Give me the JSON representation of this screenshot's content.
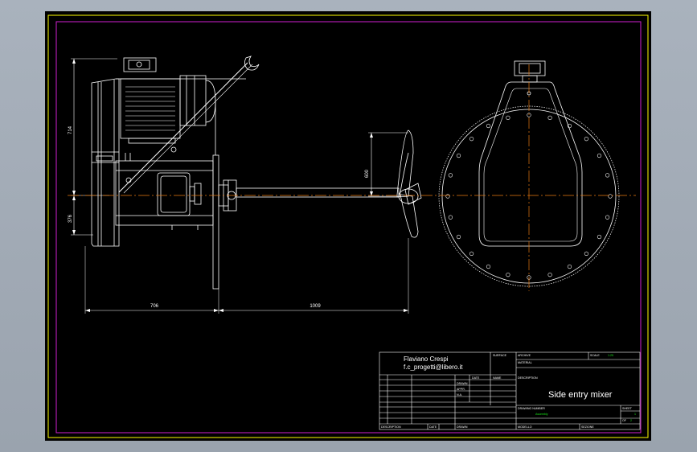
{
  "drawing": {
    "dimensions": {
      "height_top": "714",
      "height_bottom": "376",
      "length_motor": "706",
      "length_shaft": "1009",
      "propeller": "600"
    }
  },
  "title_block": {
    "author_name": "Flaviano Crespi",
    "author_email": "f.c_progetti@libero.it",
    "date_label": "DATE",
    "name_label": "NAME",
    "drawn_label": "DRAWN",
    "approved_label": "APPR.",
    "nc_label": "N.A.",
    "surface_label": "SURFACE",
    "archive_label": "ARCHIVE",
    "scale_label": "SCALE",
    "scale_value": "1:25",
    "material_label": "MATERIAL",
    "description_label": "DESCRIPTION",
    "title": "Side entry mixer",
    "drawing_number_label": "DRAWING NUMBER",
    "drawing_number_value": "Assembly",
    "sheet_label": "SHEET",
    "sheet_value": "1",
    "of_label": "OF",
    "of_value": "2",
    "modification_label": "DESCRIPTION",
    "date2_label": "DATE",
    "drawn2_label": "DRAWN",
    "model_label": "MODELLO",
    "section_label": "SEZIONE"
  },
  "colors": {
    "background": "#000000",
    "frame": "#ffff00",
    "inner_border": "#d020d0",
    "centerline": "#e87a10",
    "text_accent": "#19e619"
  }
}
